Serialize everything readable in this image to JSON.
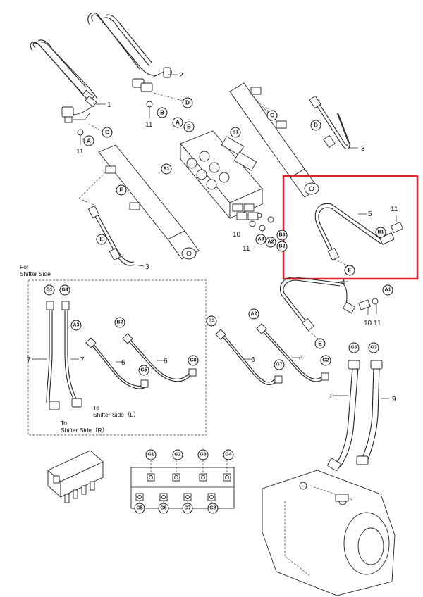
{
  "notes": {
    "for_shifter_side": [
      "For",
      "Shifter Side"
    ],
    "to_shifter_left": [
      "To",
      "Shifter Side（L）"
    ],
    "to_shifter_right": [
      "To",
      "Shifter Side（R）"
    ]
  },
  "part_numbers": [
    {
      "id": "p1",
      "text": "1"
    },
    {
      "id": "p2",
      "text": "2"
    },
    {
      "id": "p3a",
      "text": "3"
    },
    {
      "id": "p3b",
      "text": "3"
    },
    {
      "id": "p4",
      "text": "4"
    },
    {
      "id": "p5",
      "text": "5"
    },
    {
      "id": "p6a",
      "text": "6"
    },
    {
      "id": "p6b",
      "text": "6"
    },
    {
      "id": "p6c",
      "text": "6"
    },
    {
      "id": "p6d",
      "text": "6"
    },
    {
      "id": "p7a",
      "text": "7"
    },
    {
      "id": "p7b",
      "text": "7"
    },
    {
      "id": "p8",
      "text": "8"
    },
    {
      "id": "p9",
      "text": "9"
    },
    {
      "id": "p10a",
      "text": "10"
    },
    {
      "id": "p10b",
      "text": "10"
    },
    {
      "id": "p11a",
      "text": "11"
    },
    {
      "id": "p11b",
      "text": "11"
    },
    {
      "id": "p11c",
      "text": "11"
    },
    {
      "id": "p11d",
      "text": "11"
    },
    {
      "id": "p11e",
      "text": "11"
    }
  ],
  "badges": [
    {
      "id": "bA1",
      "text": "A"
    },
    {
      "id": "bB1",
      "text": "B"
    },
    {
      "id": "bC1",
      "text": "C"
    },
    {
      "id": "bD1",
      "text": "D"
    },
    {
      "id": "bA2",
      "text": "A"
    },
    {
      "id": "bB2",
      "text": "B"
    },
    {
      "id": "bB1v",
      "text": "B1"
    },
    {
      "id": "bA1v",
      "text": "A1"
    },
    {
      "id": "bC2",
      "text": "C"
    },
    {
      "id": "bD2",
      "text": "D"
    },
    {
      "id": "bF1",
      "text": "F"
    },
    {
      "id": "bE1",
      "text": "E"
    },
    {
      "id": "bA3",
      "text": "A3"
    },
    {
      "id": "bA2v",
      "text": "A2"
    },
    {
      "id": "bB3",
      "text": "B3"
    },
    {
      "id": "bB2v",
      "text": "B2"
    },
    {
      "id": "bB1h",
      "text": "B1"
    },
    {
      "id": "bF2",
      "text": "F"
    },
    {
      "id": "bA1h",
      "text": "A1"
    },
    {
      "id": "bE2",
      "text": "E"
    },
    {
      "id": "bG1",
      "text": "G1"
    },
    {
      "id": "bG4",
      "text": "G4"
    },
    {
      "id": "bA3h",
      "text": "A3"
    },
    {
      "id": "bB2h",
      "text": "B2"
    },
    {
      "id": "bG5",
      "text": "G5"
    },
    {
      "id": "bG8",
      "text": "G8"
    },
    {
      "id": "bB3h",
      "text": "B3"
    },
    {
      "id": "bA2h",
      "text": "A2"
    },
    {
      "id": "bG7",
      "text": "G7"
    },
    {
      "id": "bG2",
      "text": "G2"
    },
    {
      "id": "bG6",
      "text": "G6"
    },
    {
      "id": "bG3",
      "text": "G3"
    },
    {
      "id": "bG1m",
      "text": "G1"
    },
    {
      "id": "bG2m",
      "text": "G2"
    },
    {
      "id": "bG3m",
      "text": "G3"
    },
    {
      "id": "bG4m",
      "text": "G4"
    },
    {
      "id": "bG5m",
      "text": "G5"
    },
    {
      "id": "bG6m",
      "text": "G6"
    },
    {
      "id": "bG7m",
      "text": "G7"
    },
    {
      "id": "bG8m",
      "text": "G8"
    }
  ],
  "highlight": {
    "color": "#e0202a"
  }
}
